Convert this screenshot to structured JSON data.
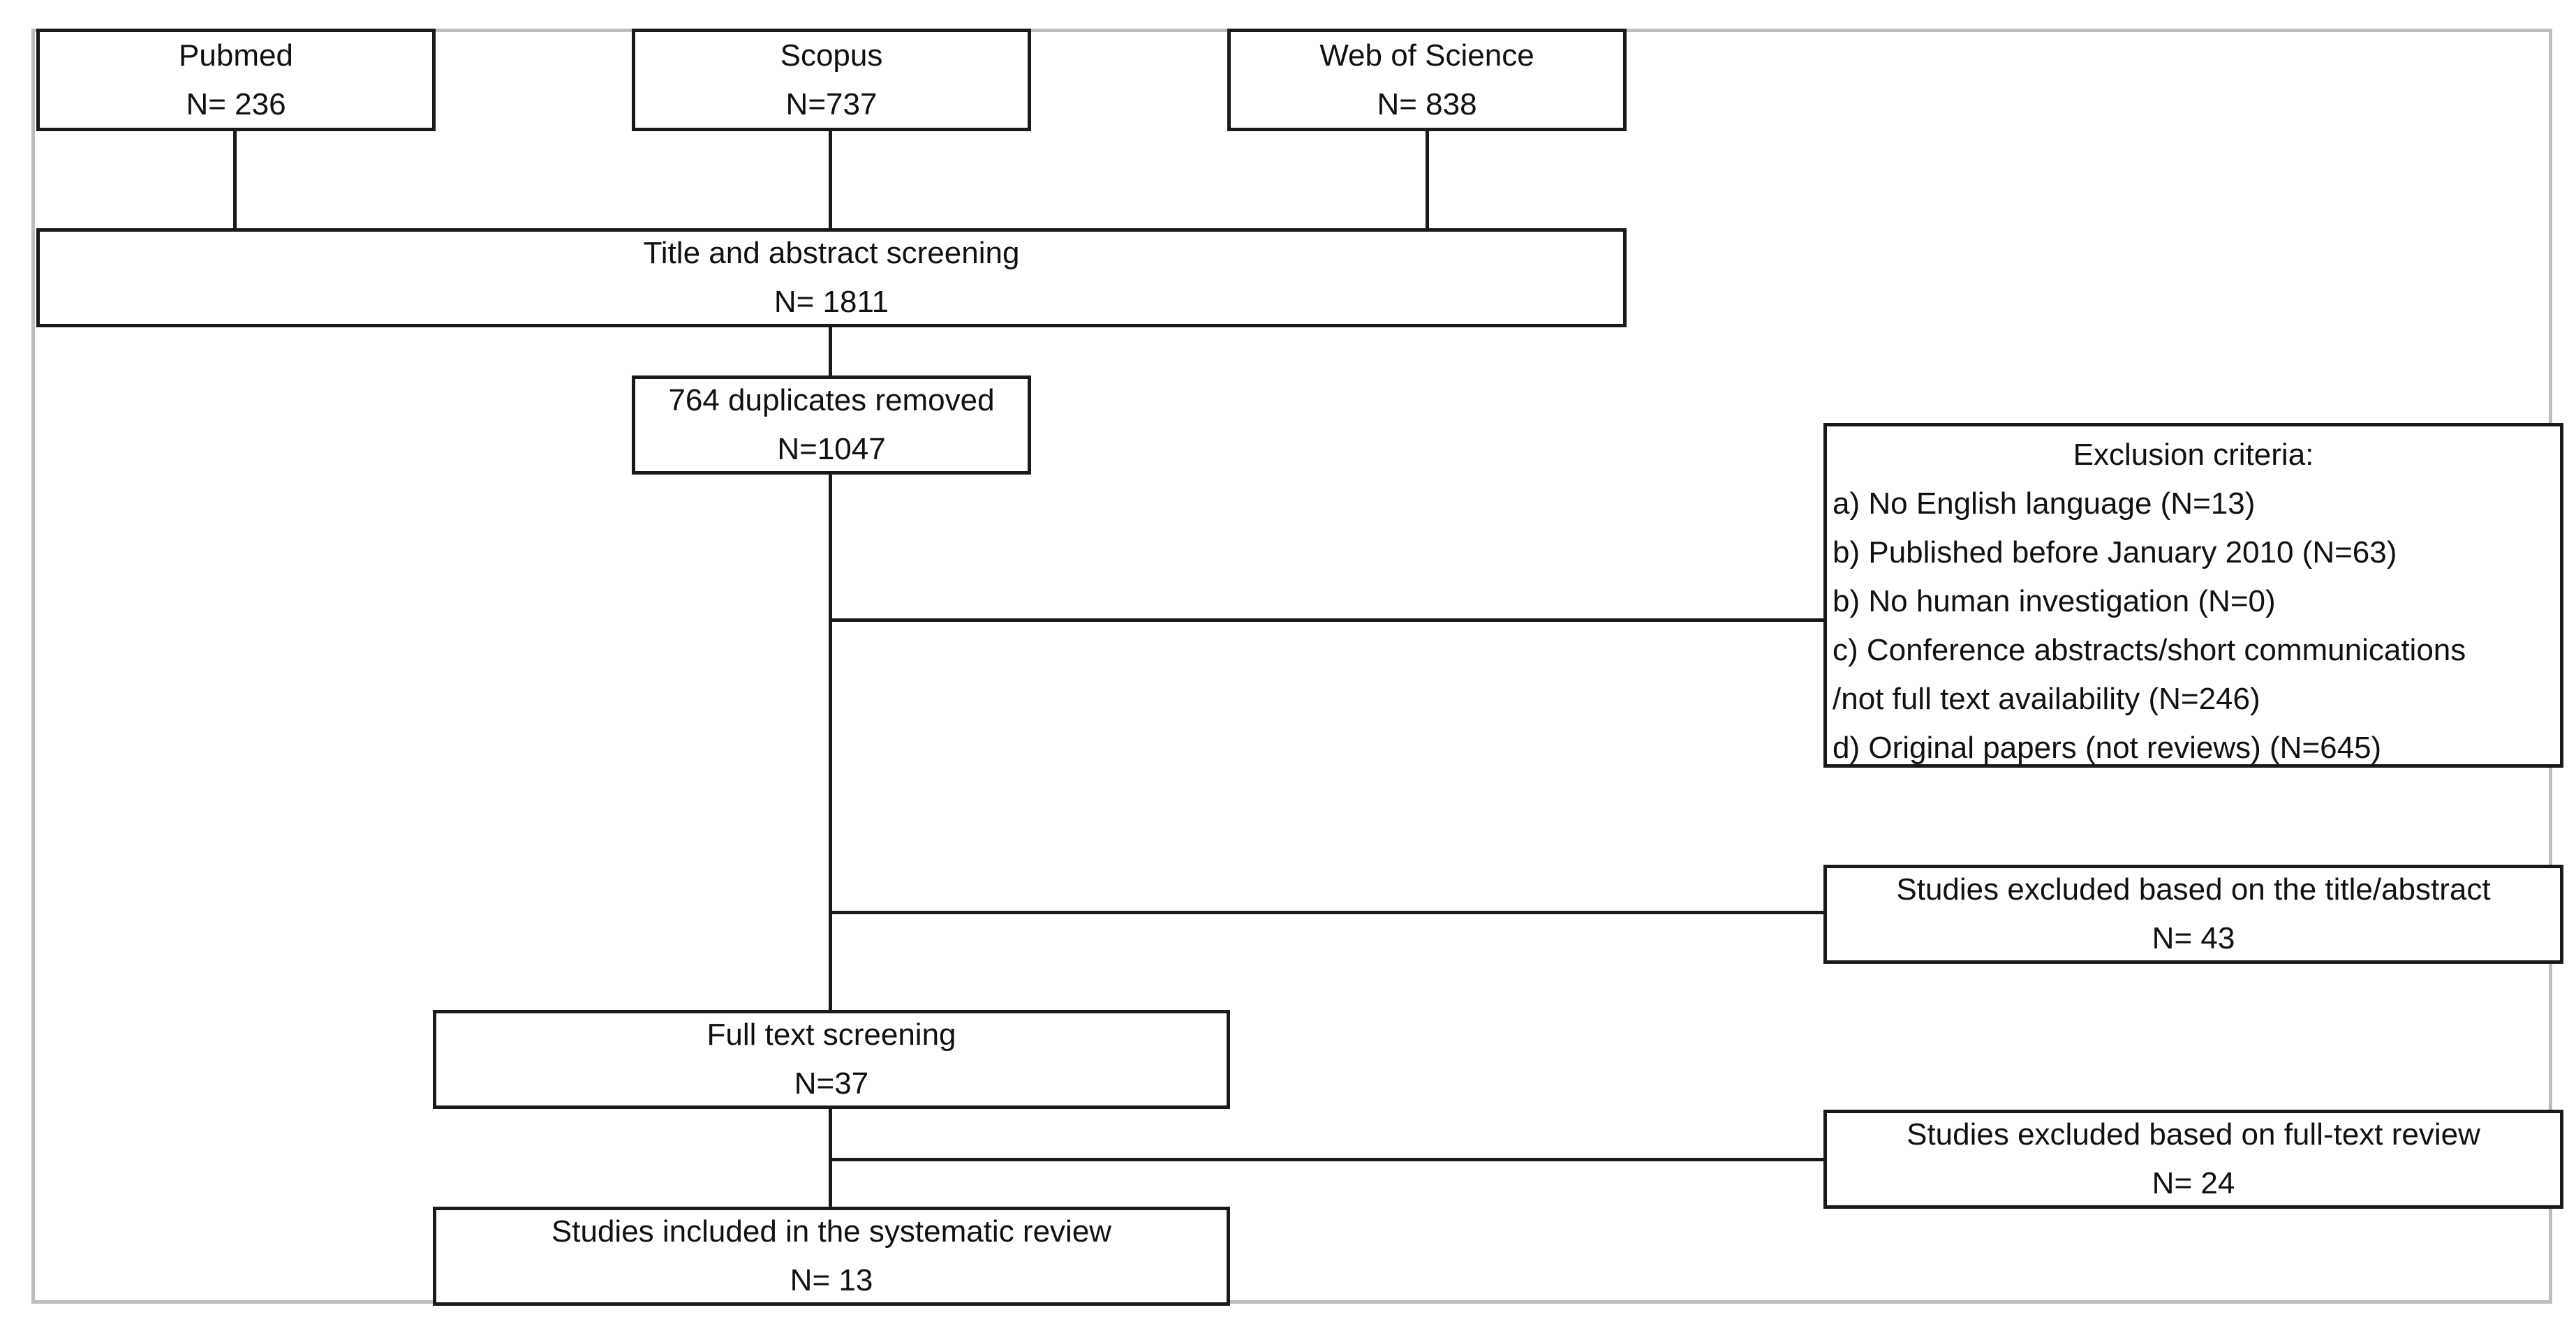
{
  "sources": [
    {
      "name": "Pubmed",
      "count": "N= 236"
    },
    {
      "name": "Scopus",
      "count": "N=737"
    },
    {
      "name": "Web of Science",
      "count": "N= 838"
    }
  ],
  "screening": {
    "title": "Title and abstract screening",
    "count": "N= 1811"
  },
  "duplicates": {
    "title": "764 duplicates removed",
    "count": "N=1047"
  },
  "exclusion": {
    "title": "Exclusion criteria:",
    "items": [
      "a) No English language (N=13)",
      "b) Published before January 2010 (N=63)",
      "b) No human investigation (N=0)",
      "c) Conference abstracts/short communications",
      "/not full text availability (N=246)",
      "d) Original papers (not reviews) (N=645)"
    ]
  },
  "excluded_title": {
    "title": "Studies excluded based on the title/abstract",
    "count": "N= 43"
  },
  "fulltext": {
    "title": "Full text screening",
    "count": "N=37"
  },
  "excluded_fulltext": {
    "title": "Studies excluded based on full-text review",
    "count": "N= 24"
  },
  "included": {
    "title": "Studies included in the systematic review",
    "count": "N= 13"
  }
}
